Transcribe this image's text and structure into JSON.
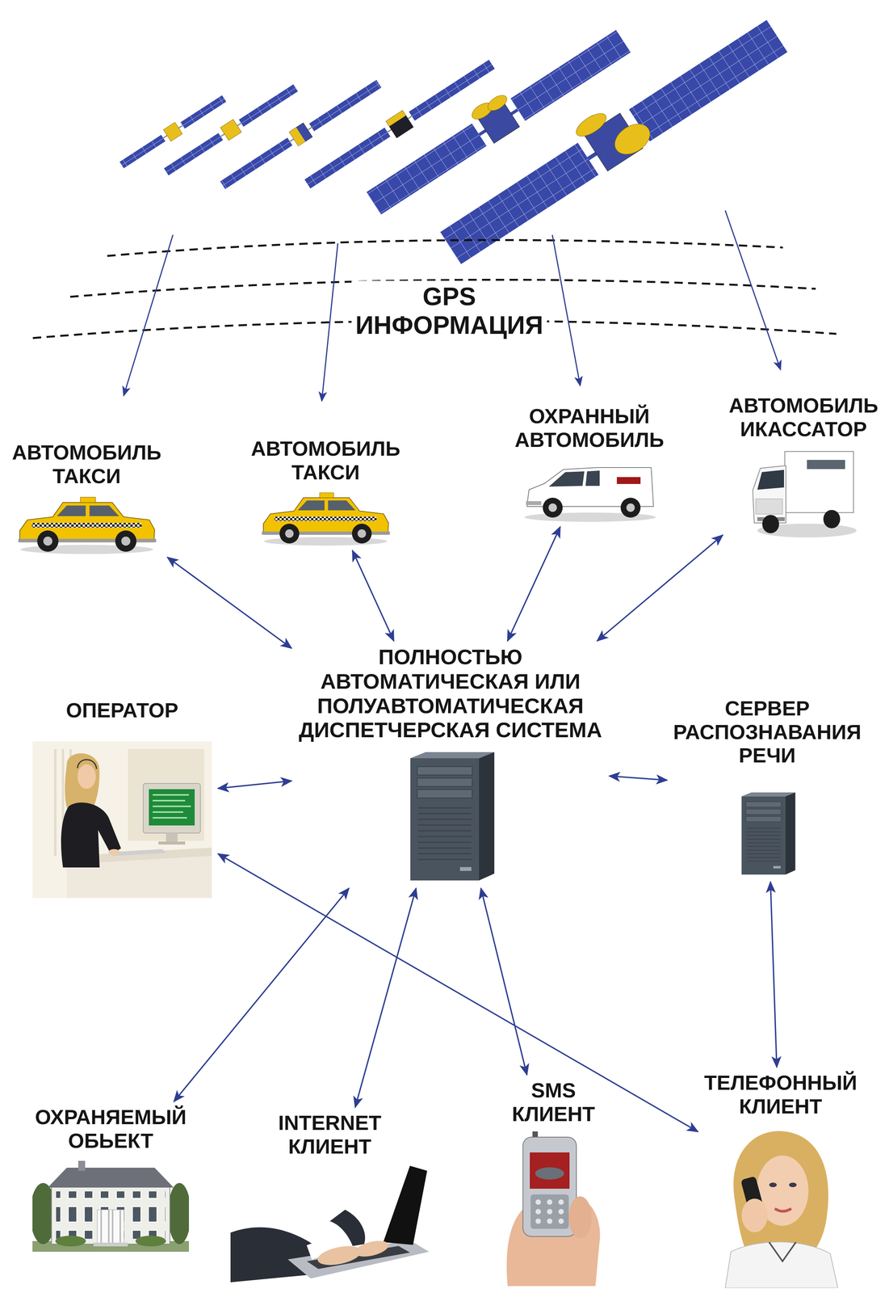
{
  "diagram": {
    "nodes": [
      {
        "text": [
          "GPS ИНФОРМАЦИЯ"
        ]
      },
      {
        "text": [
          "АВТОМОБИЛЬ ТАКСИ"
        ]
      },
      {
        "text": [
          "АВТОМОБИЛЬ ТАКСИ"
        ]
      },
      {
        "text": [
          "ОХРАННЫЙ АВТОМОБИЛЬ"
        ]
      },
      {
        "text": [
          "АВТОМОБИЛЬ ИКАССАТОР"
        ]
      },
      {
        "text": [
          "ПОЛНОСТЬЮ АВТОМАТИЧЕСКАЯ ИЛИ ПОЛУАВТОМАТИЧЕСКАЯ ДИСПЕТЧЕРСКАЯ СИСТЕМА"
        ]
      },
      {
        "text": [
          "ОПЕРАТОР"
        ]
      },
      {
        "text": [
          "СЕРВЕР РАСПОЗНАВАНИЯ РЕЧИ"
        ]
      },
      {
        "text": [
          "ОХРАНЯЕМЫЙ ОБЬЕКТ"
        ]
      },
      {
        "text": [
          "INTERNET КЛИЕНТ"
        ]
      },
      {
        "text": [
          "SMS КЛИЕНТ"
        ]
      },
      {
        "text": [
          "ТЕЛЕФОННЫЙ КЛИЕНТ"
        ]
      }
    ],
    "edges": [
      {
        "from": 1,
        "to": 5,
        "arrow": "both"
      },
      {
        "from": 2,
        "to": 5,
        "arrow": "both"
      },
      {
        "from": 3,
        "to": 5,
        "arrow": "both"
      },
      {
        "from": 4,
        "to": 5,
        "arrow": "both"
      },
      {
        "from": 6,
        "to": 5,
        "arrow": "both"
      },
      {
        "from": 5,
        "to": 7,
        "arrow": "both"
      },
      {
        "from": 5,
        "to": 8,
        "arrow": "both"
      },
      {
        "from": 5,
        "to": 9,
        "arrow": "both"
      },
      {
        "from": 5,
        "to": 10,
        "arrow": "both"
      },
      {
        "from": 6,
        "to": 11,
        "arrow": "both"
      },
      {
        "from": 7,
        "to": 11,
        "arrow": "both"
      }
    ]
  }
}
